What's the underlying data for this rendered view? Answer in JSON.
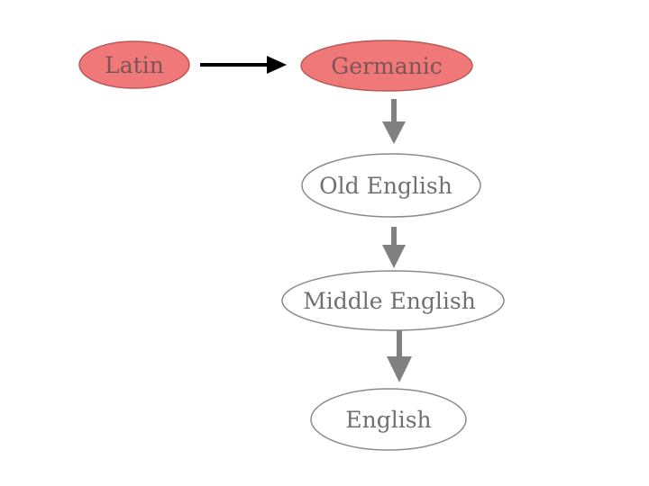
{
  "nodes": {
    "latin": {
      "label": "Latin",
      "style": "highlight"
    },
    "germanic": {
      "label": "Germanic",
      "style": "highlight"
    },
    "old_english": {
      "label": "Old English",
      "style": "plain"
    },
    "middle_english": {
      "label": "Middle English",
      "style": "plain"
    },
    "english": {
      "label": "English",
      "style": "plain"
    }
  },
  "edges": [
    {
      "from": "latin",
      "to": "germanic",
      "color": "#000000"
    },
    {
      "from": "germanic",
      "to": "old_english",
      "color": "#808080"
    },
    {
      "from": "old_english",
      "to": "middle_english",
      "color": "#808080"
    },
    {
      "from": "middle_english",
      "to": "english",
      "color": "#808080"
    }
  ],
  "colors": {
    "highlight_fill": "#f07878",
    "highlight_stroke": "#b85a5a",
    "highlight_text": "#7a5555",
    "plain_fill": "#ffffff",
    "plain_stroke": "#8a8a8a",
    "plain_text": "#707070"
  }
}
